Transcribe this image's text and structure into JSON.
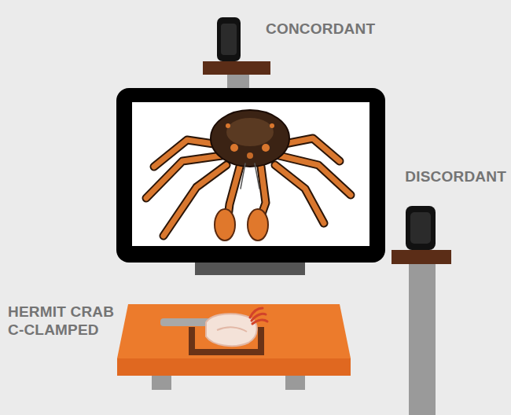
{
  "diagram": {
    "labels": [
      "CONCORDANT",
      "DISCORDANT",
      "HERMIT CRAB C-CLAMPED"
    ]
  }
}
